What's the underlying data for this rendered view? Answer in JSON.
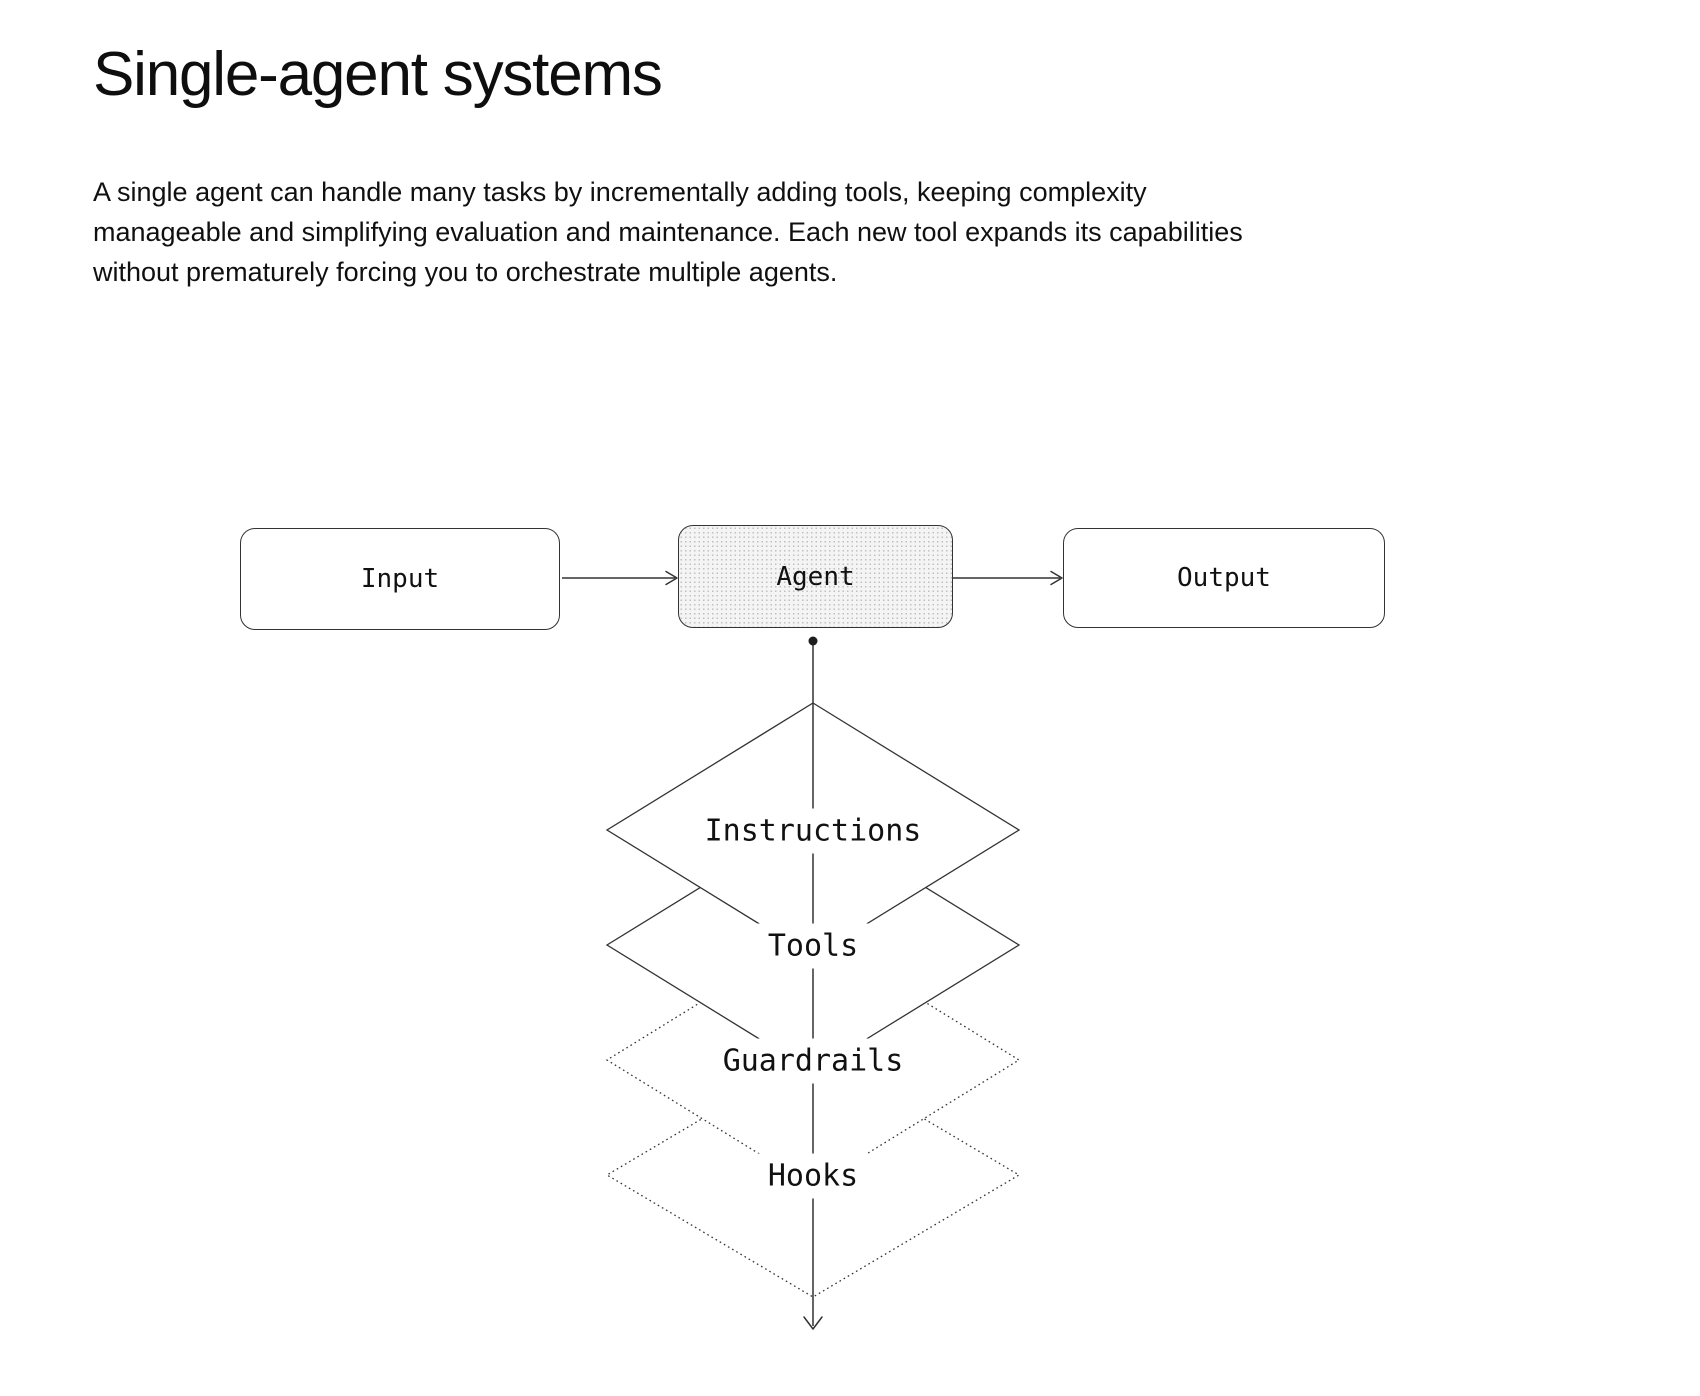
{
  "page": {
    "title": "Single-agent systems",
    "paragraph_lines": [
      "A single agent can handle many tasks by incrementally adding tools, keeping complexity",
      "manageable and simplifying evaluation and maintenance. Each new tool expands its capabilities",
      "without prematurely forcing you to orchestrate multiple agents."
    ]
  },
  "diagram": {
    "nodes": [
      {
        "id": "input",
        "label": "Input"
      },
      {
        "id": "agent",
        "label": "Agent",
        "highlighted": true
      },
      {
        "id": "output",
        "label": "Output"
      }
    ],
    "layers": [
      {
        "id": "instructions",
        "label": "Instructions",
        "line_style": "solid"
      },
      {
        "id": "tools",
        "label": "Tools",
        "line_style": "solid"
      },
      {
        "id": "guardrails",
        "label": "Guardrails",
        "line_style": "dotted"
      },
      {
        "id": "hooks",
        "label": "Hooks",
        "line_style": "dotted"
      }
    ],
    "colors": {
      "stroke": "#333333",
      "text": "#111111",
      "agent_fill": "#f4f4f4",
      "agent_dots": "#bfbfbf",
      "background": "#ffffff"
    }
  }
}
